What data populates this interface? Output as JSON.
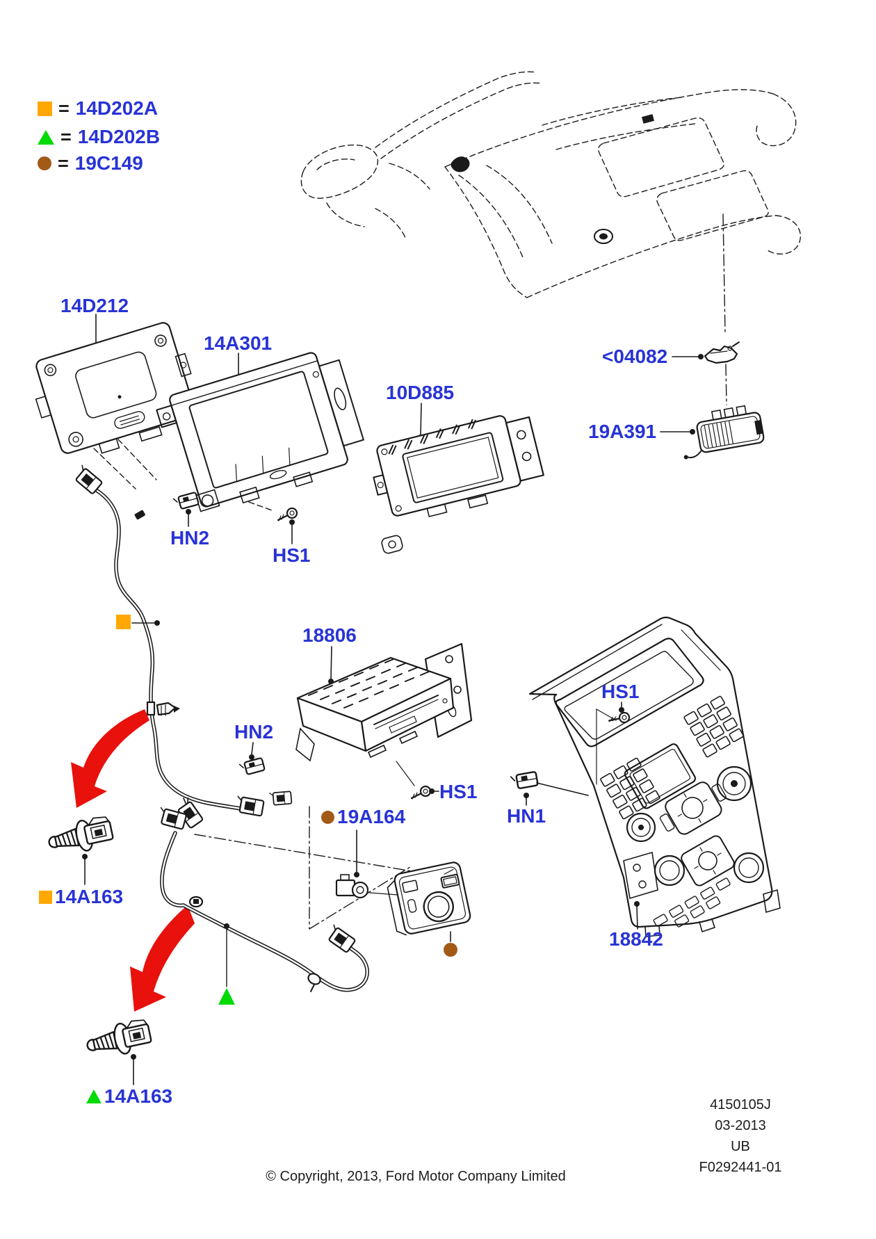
{
  "colors": {
    "label_blue": "#2833D6",
    "marker_orange": "#FFA805",
    "marker_green": "#00DB05",
    "marker_brown": "#A25A17",
    "arrow_red": "#E8110C",
    "line_black": "#1a1a1a"
  },
  "legend": {
    "items": [
      {
        "marker": "orange-square",
        "eq": "=",
        "code": "14D202A"
      },
      {
        "marker": "green-triangle",
        "eq": "=",
        "code": "14D202B"
      },
      {
        "marker": "brown-circle",
        "eq": "=",
        "code": "19C149"
      }
    ]
  },
  "callouts": [
    {
      "text": "14D212"
    },
    {
      "text": "14A301"
    },
    {
      "text": "10D885"
    },
    {
      "text": "<04082"
    },
    {
      "text": "19A391"
    },
    {
      "text": "HN2"
    },
    {
      "text": "HS1"
    },
    {
      "text": "18806"
    },
    {
      "text": "HN2"
    },
    {
      "text": "HS1"
    },
    {
      "text": "19A164"
    },
    {
      "text": "HN1"
    },
    {
      "text": "HS1"
    },
    {
      "text": "14A163"
    },
    {
      "text": "14A163"
    },
    {
      "text": "18842"
    }
  ],
  "footer": {
    "doc_number": "4150105J",
    "doc_date": "03-2013",
    "doc_code": "UB",
    "doc_ref": "F0292441-01",
    "copyright": "© Copyright, 2013, Ford Motor Company Limited"
  }
}
